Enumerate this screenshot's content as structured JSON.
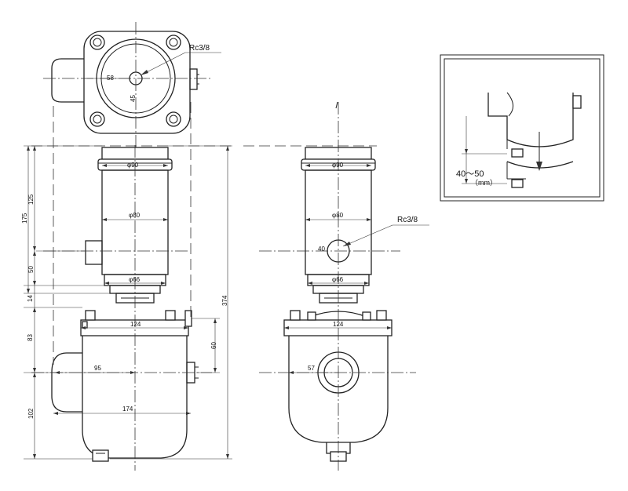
{
  "labels": {
    "port_top": "Rc3/8",
    "port_side": "Rc3/8",
    "dia_top": "φ90",
    "dia_mid": "φ80",
    "dia_bot": "φ66",
    "dia_top_r": "φ90",
    "dia_mid_r": "φ80",
    "dia_bot_r": "φ66"
  },
  "dims": {
    "d58": "58",
    "d45": "45",
    "d175": "175",
    "d125": "125",
    "d50": "50",
    "d14": "14",
    "d83": "83",
    "d102": "102",
    "d374": "374",
    "d124": "124",
    "d124_r": "124",
    "d60": "60",
    "d95": "95",
    "d174": "174",
    "d57": "57",
    "d40": "40"
  },
  "detail": {
    "range": "40～50",
    "unit": "（mm）"
  }
}
